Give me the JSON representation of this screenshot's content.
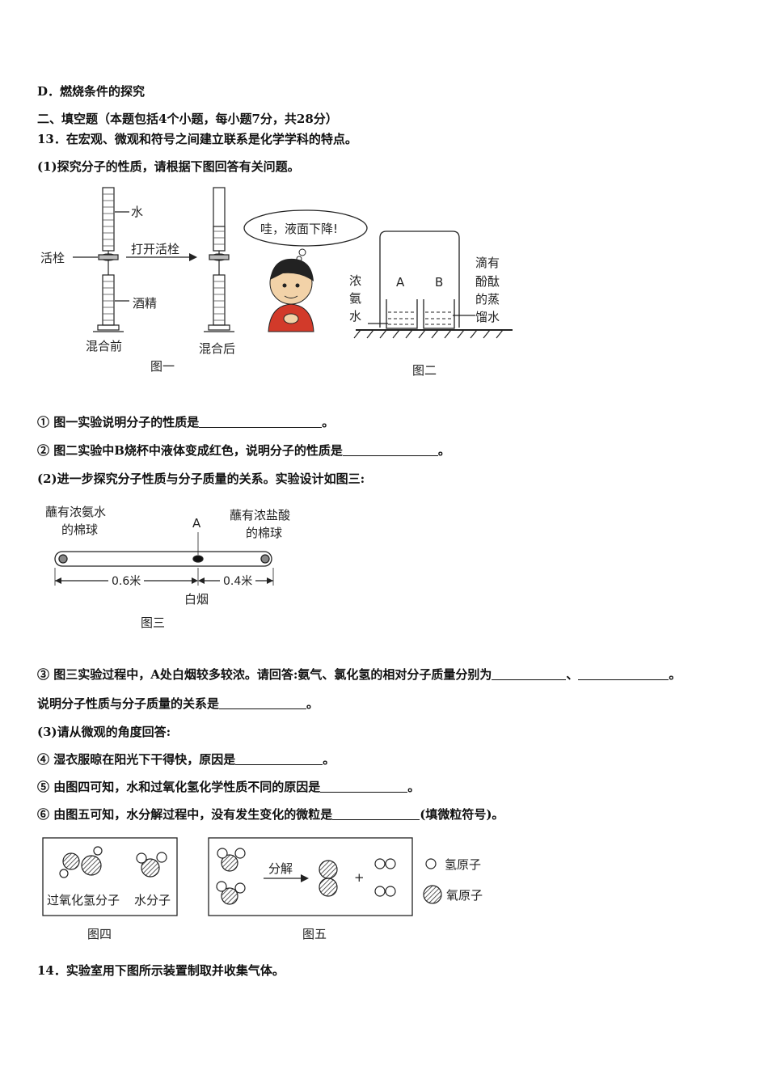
{
  "lines": {
    "l1": "D．燃烧条件的探究",
    "l2": "二、填空题（本题包括4个小题，每小题7分，共28分）",
    "l3": "13．在宏观、微观和符号之间建立联系是化学学科的特点。",
    "l4": "(1)探究分子的性质，请根据下图回答有关问题。",
    "q1_pre": "① 图一实验说明分子的性质是",
    "q1_post": "。",
    "q2_pre": "② 图二实验中B烧杯中液体变成红色，说明分子的性质是",
    "q2_post": "。",
    "l7": "(2)进一步探究分子性质与分子质量的关系。实验设计如图三:",
    "q3_pre": "③ 图三实验过程中，A处白烟较多较浓。请回答:氨气、氯化氢的相对分子质量分别为",
    "q3_mid": "、",
    "q3_post": "。",
    "q3b_pre": "说明分子性质与分子质量的关系是",
    "q3b_post": "。",
    "l10": "(3)请从微观的角度回答:",
    "q4_pre": "④ 湿衣服晾在阳光下干得快，原因是",
    "q4_post": "。",
    "q5_pre": "⑤ 由图四可知，水和过氧化氢化学性质不同的原因是",
    "q5_post": "。",
    "q6_pre": "⑥ 由图五可知，水分解过程中，没有发生变化的微粒是",
    "q6_post": "(填微粒符号)。",
    "l14": "14．实验室用下图所示装置制取并收集气体。"
  },
  "fig1": {
    "water": "水",
    "stopcock": "活栓",
    "arrow": "打开活栓",
    "alcohol": "酒精",
    "before": "混合前",
    "after": "混合后",
    "caption": "图一"
  },
  "fig2": {
    "bubble": "哇，液面下降!",
    "ammonia_1": "浓",
    "ammonia_2": "氨",
    "ammonia_3": "水",
    "a": "A",
    "b": "B",
    "right_1": "滴有",
    "right_2": "酚酞",
    "right_3": "的蒸",
    "right_4": "馏水",
    "caption": "图二"
  },
  "fig3": {
    "left_1": "蘸有浓氨水",
    "left_2": "的棉球",
    "a": "A",
    "right_1": "蘸有浓盐酸",
    "right_2": "的棉球",
    "dist_left": "0.6米",
    "dist_right": "0.4米",
    "smoke": "白烟",
    "caption": "图三"
  },
  "fig4": {
    "h2o2": "过氧化氢分子",
    "h2o": "水分子",
    "caption": "图四"
  },
  "fig5": {
    "arrow": "分解",
    "plus": "+",
    "caption": "图五"
  },
  "legend": {
    "h": "氢原子",
    "o": "氧原子"
  }
}
